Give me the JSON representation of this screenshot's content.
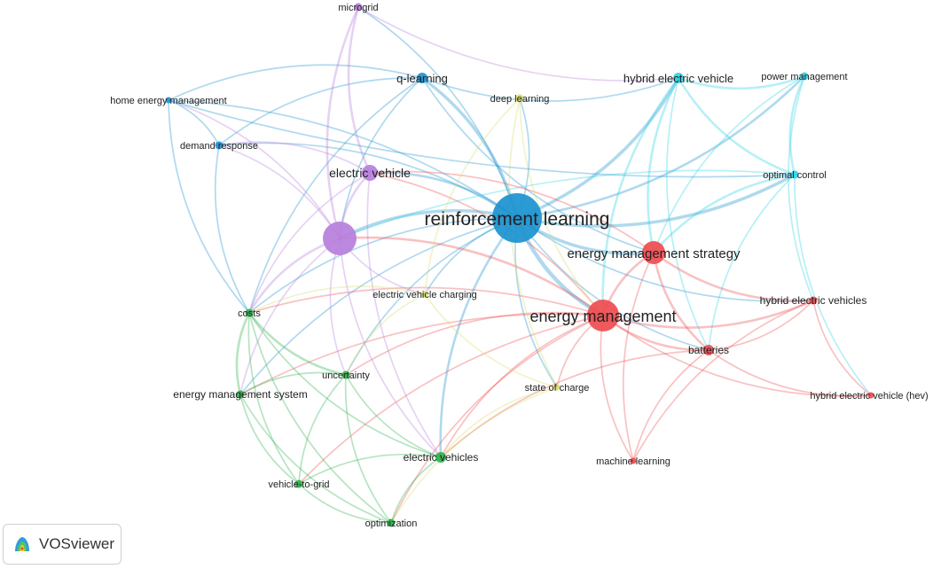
{
  "colors": {
    "blue": "#1b93cf",
    "cyan": "#2ed3e6",
    "purple": "#b77fdc",
    "red": "#ef4c50",
    "green": "#2fb24c",
    "yellow": "#d8dc6a"
  },
  "nodes": [
    {
      "id": "reinforcement-learning",
      "label": "reinforcement learning",
      "cluster": "blue",
      "weight": 10
    },
    {
      "id": "q-learning",
      "label": "q-learning",
      "cluster": "blue",
      "weight": 3
    },
    {
      "id": "home-energy-management",
      "label": "home energy management",
      "cluster": "blue",
      "weight": 1
    },
    {
      "id": "demand-response",
      "label": "demand response",
      "cluster": "blue",
      "weight": 2
    },
    {
      "id": "microgrid",
      "label": "microgrid",
      "cluster": "purple",
      "weight": 2
    },
    {
      "id": "electric-vehicle",
      "label": "electric vehicle",
      "cluster": "purple",
      "weight": 4
    },
    {
      "id": "purple-hub",
      "label": "",
      "cluster": "purple",
      "weight": 7
    },
    {
      "id": "deep-learning",
      "label": "deep learning",
      "cluster": "yellow",
      "weight": 2
    },
    {
      "id": "electric-vehicle-charging",
      "label": "electric vehicle charging",
      "cluster": "yellow",
      "weight": 1
    },
    {
      "id": "state-of-charge",
      "label": "state of charge",
      "cluster": "yellow",
      "weight": 1
    },
    {
      "id": "hybrid-electric-vehicle",
      "label": "hybrid electric vehicle",
      "cluster": "cyan",
      "weight": 3
    },
    {
      "id": "power-management",
      "label": "power management",
      "cluster": "cyan",
      "weight": 2
    },
    {
      "id": "optimal-control",
      "label": "optimal control",
      "cluster": "cyan",
      "weight": 2
    },
    {
      "id": "energy-management-strategy",
      "label": "energy management strategy",
      "cluster": "red",
      "weight": 6
    },
    {
      "id": "energy-management",
      "label": "energy management",
      "cluster": "red",
      "weight": 8
    },
    {
      "id": "hybrid-electric-vehicles",
      "label": "hybrid electric vehicles",
      "cluster": "red",
      "weight": 2
    },
    {
      "id": "batteries",
      "label": "batteries",
      "cluster": "red",
      "weight": 3
    },
    {
      "id": "hybrid-electric-vehicle-hev",
      "label": "hybrid electric vehicle (hev)",
      "cluster": "red",
      "weight": 1
    },
    {
      "id": "machine-learning",
      "label": "machine learning",
      "cluster": "red",
      "weight": 1
    },
    {
      "id": "costs",
      "label": "costs",
      "cluster": "green",
      "weight": 2
    },
    {
      "id": "uncertainty",
      "label": "uncertainty",
      "cluster": "green",
      "weight": 2
    },
    {
      "id": "energy-management-system",
      "label": "energy management system",
      "cluster": "green",
      "weight": 2
    },
    {
      "id": "electric-vehicles",
      "label": "electric vehicles",
      "cluster": "green",
      "weight": 3
    },
    {
      "id": "vehicle-to-grid",
      "label": "vehicle-to-grid",
      "cluster": "green",
      "weight": 2
    },
    {
      "id": "optimization",
      "label": "optimization",
      "cluster": "green",
      "weight": 2
    }
  ],
  "links": [
    [
      "reinforcement-learning",
      "q-learning",
      3
    ],
    [
      "reinforcement-learning",
      "hybrid-electric-vehicle",
      3
    ],
    [
      "reinforcement-learning",
      "power-management",
      2
    ],
    [
      "reinforcement-learning",
      "optimal-control",
      3
    ],
    [
      "reinforcement-learning",
      "energy-management-strategy",
      3
    ],
    [
      "reinforcement-learning",
      "energy-management",
      4
    ],
    [
      "reinforcement-learning",
      "purple-hub",
      3
    ],
    [
      "reinforcement-learning",
      "electric-vehicle",
      2
    ],
    [
      "reinforcement-learning",
      "demand-response",
      1
    ],
    [
      "reinforcement-learning",
      "home-energy-management",
      1
    ],
    [
      "reinforcement-learning",
      "deep-learning",
      1
    ],
    [
      "reinforcement-learning",
      "costs",
      1
    ],
    [
      "reinforcement-learning",
      "uncertainty",
      1
    ],
    [
      "reinforcement-learning",
      "electric-vehicles",
      2
    ],
    [
      "reinforcement-learning",
      "batteries",
      1
    ],
    [
      "reinforcement-learning",
      "hybrid-electric-vehicles",
      1
    ],
    [
      "reinforcement-learning",
      "electric-vehicle-charging",
      1
    ],
    [
      "reinforcement-learning",
      "microgrid",
      1
    ],
    [
      "reinforcement-learning",
      "state-of-charge",
      1
    ],
    [
      "reinforcement-learning",
      "energy-management-system",
      1
    ],
    [
      "q-learning",
      "home-energy-management",
      1
    ],
    [
      "q-learning",
      "demand-response",
      1
    ],
    [
      "q-learning",
      "hybrid-electric-vehicle",
      1
    ],
    [
      "q-learning",
      "energy-management-strategy",
      1
    ],
    [
      "q-learning",
      "purple-hub",
      1
    ],
    [
      "q-learning",
      "costs",
      1
    ],
    [
      "hybrid-electric-vehicle",
      "power-management",
      2
    ],
    [
      "hybrid-electric-vehicle",
      "optimal-control",
      2
    ],
    [
      "hybrid-electric-vehicle",
      "energy-management-strategy",
      2
    ],
    [
      "hybrid-electric-vehicle",
      "energy-management",
      2
    ],
    [
      "hybrid-electric-vehicle",
      "batteries",
      1
    ],
    [
      "power-management",
      "optimal-control",
      2
    ],
    [
      "power-management",
      "energy-management-strategy",
      1
    ],
    [
      "power-management",
      "hybrid-electric-vehicles",
      1
    ],
    [
      "optimal-control",
      "energy-management-strategy",
      2
    ],
    [
      "optimal-control",
      "batteries",
      1
    ],
    [
      "optimal-control",
      "hybrid-electric-vehicle-hev",
      1
    ],
    [
      "optimal-control",
      "purple-hub",
      1
    ],
    [
      "energy-management-strategy",
      "energy-management",
      2
    ],
    [
      "energy-management-strategy",
      "hybrid-electric-vehicles",
      2
    ],
    [
      "energy-management-strategy",
      "batteries",
      2
    ],
    [
      "energy-management-strategy",
      "machine-learning",
      1
    ],
    [
      "energy-management-strategy",
      "electric-vehicle",
      1
    ],
    [
      "energy-management",
      "batteries",
      2
    ],
    [
      "energy-management",
      "hybrid-electric-vehicles",
      2
    ],
    [
      "energy-management",
      "machine-learning",
      1
    ],
    [
      "energy-management",
      "state-of-charge",
      1
    ],
    [
      "energy-management",
      "purple-hub",
      2
    ],
    [
      "energy-management",
      "electric-vehicle",
      1
    ],
    [
      "energy-management",
      "costs",
      1
    ],
    [
      "energy-management",
      "uncertainty",
      1
    ],
    [
      "energy-management",
      "electric-vehicles",
      1
    ],
    [
      "energy-management",
      "hybrid-electric-vehicle-hev",
      1
    ],
    [
      "energy-management",
      "optimization",
      1
    ],
    [
      "energy-management",
      "energy-management-system",
      1
    ],
    [
      "energy-management",
      "vehicle-to-grid",
      1
    ],
    [
      "batteries",
      "hybrid-electric-vehicles",
      1
    ],
    [
      "batteries",
      "hybrid-electric-vehicle-hev",
      1
    ],
    [
      "batteries",
      "machine-learning",
      1
    ],
    [
      "batteries",
      "electric-vehicles",
      1
    ],
    [
      "hybrid-electric-vehicles",
      "hybrid-electric-vehicle-hev",
      1
    ],
    [
      "hybrid-electric-vehicles",
      "machine-learning",
      1
    ],
    [
      "microgrid",
      "electric-vehicle",
      2
    ],
    [
      "microgrid",
      "purple-hub",
      2
    ],
    [
      "microgrid",
      "hybrid-electric-vehicle",
      1
    ],
    [
      "electric-vehicle",
      "purple-hub",
      2
    ],
    [
      "electric-vehicle",
      "demand-response",
      1
    ],
    [
      "electric-vehicle",
      "costs",
      1
    ],
    [
      "electric-vehicle",
      "electric-vehicles",
      1
    ],
    [
      "purple-hub",
      "demand-response",
      1
    ],
    [
      "purple-hub",
      "home-energy-management",
      1
    ],
    [
      "purple-hub",
      "costs",
      2
    ],
    [
      "purple-hub",
      "uncertainty",
      1
    ],
    [
      "purple-hub",
      "electric-vehicle-charging",
      1
    ],
    [
      "purple-hub",
      "energy-management-system",
      1
    ],
    [
      "purple-hub",
      "electric-vehicles",
      1
    ],
    [
      "deep-learning",
      "state-of-charge",
      1
    ],
    [
      "deep-learning",
      "electric-vehicle-charging",
      1
    ],
    [
      "deep-learning",
      "energy-management",
      1
    ],
    [
      "electric-vehicle-charging",
      "costs",
      1
    ],
    [
      "electric-vehicle-charging",
      "state-of-charge",
      1
    ],
    [
      "electric-vehicle-charging",
      "uncertainty",
      1
    ],
    [
      "state-of-charge",
      "electric-vehicles",
      1
    ],
    [
      "state-of-charge",
      "optimization",
      1
    ],
    [
      "costs",
      "uncertainty",
      2
    ],
    [
      "costs",
      "energy-management-system",
      2
    ],
    [
      "costs",
      "electric-vehicles",
      1
    ],
    [
      "costs",
      "vehicle-to-grid",
      1
    ],
    [
      "costs",
      "optimization",
      1
    ],
    [
      "uncertainty",
      "energy-management-system",
      1
    ],
    [
      "uncertainty",
      "electric-vehicles",
      1
    ],
    [
      "uncertainty",
      "vehicle-to-grid",
      1
    ],
    [
      "uncertainty",
      "optimization",
      1
    ],
    [
      "energy-management-system",
      "vehicle-to-grid",
      1
    ],
    [
      "energy-management-system",
      "optimization",
      1
    ],
    [
      "electric-vehicles",
      "vehicle-to-grid",
      1
    ],
    [
      "electric-vehicles",
      "optimization",
      1
    ],
    [
      "vehicle-to-grid",
      "optimization",
      1
    ],
    [
      "demand-response",
      "home-energy-management",
      1
    ],
    [
      "demand-response",
      "costs",
      1
    ],
    [
      "home-energy-management",
      "costs",
      1
    ],
    [
      "home-energy-management",
      "optimal-control",
      1
    ]
  ],
  "branding": {
    "name": "VOSviewer"
  }
}
